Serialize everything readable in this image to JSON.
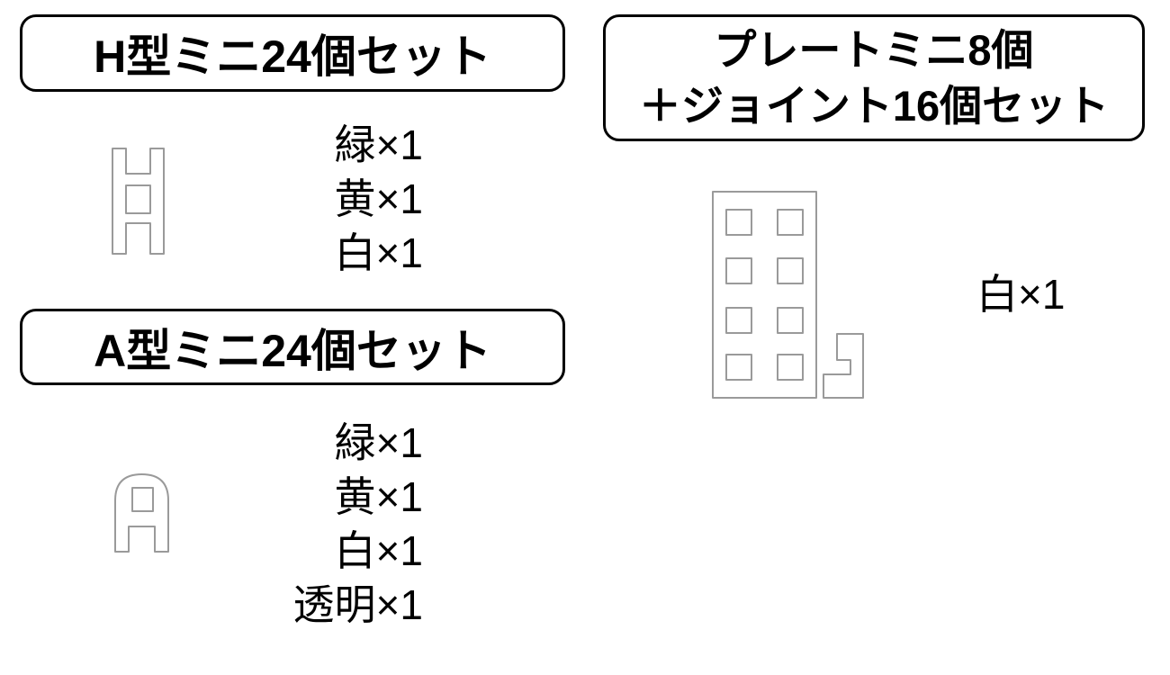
{
  "page": {
    "background": "#ffffff",
    "text_color": "#000000",
    "border_color": "#000000",
    "icon_outline_color": "#9a9a9a"
  },
  "sections": [
    {
      "id": "h-set",
      "title": "H型ミニ24個セット",
      "icon": "h-piece-icon",
      "colors": [
        "緑×1",
        "黄×1",
        "白×1"
      ]
    },
    {
      "id": "a-set",
      "title": "A型ミニ24個セット",
      "icon": "a-piece-icon",
      "colors": [
        "緑×1",
        "黄×1",
        "白×1",
        "透明×1"
      ]
    },
    {
      "id": "plate-joint-set",
      "title_line1": "プレートミニ8個",
      "title_line2": "＋ジョイント16個セット",
      "icon": "plate-and-joint-icon",
      "colors": [
        "白×1"
      ]
    }
  ]
}
